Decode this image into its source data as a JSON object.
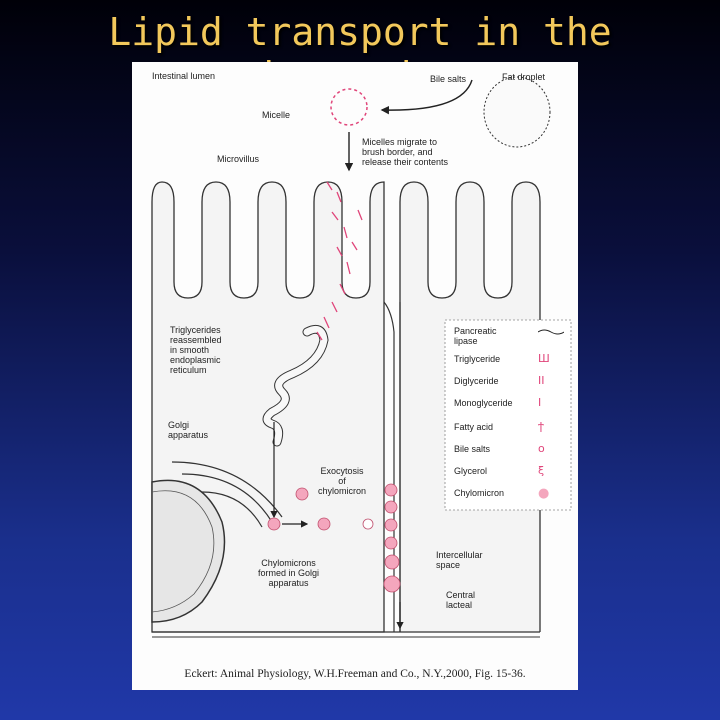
{
  "slide": {
    "title": "Lipid transport in the intestine"
  },
  "labels": {
    "lumen": "Intestinal lumen",
    "bile_salts": "Bile salts",
    "fat_droplet": "Fat droplet",
    "micelle": "Micelle",
    "micelles_migrate": "Micelles migrate to\nbrush border, and\nrelease their contents",
    "microvillus": "Microvillus",
    "triglycerides": "Triglycerides\nreassembled\nin smooth\nendoplasmic\nreticulum",
    "golgi": "Golgi\napparatus",
    "exocytosis": "Exocytosis\nof\nchylomicron",
    "chylomicrons_formed": "Chylomicrons\nformed in Golgi\napparatus",
    "intercellular": "Intercellular\nspace",
    "lacteal": "Central\nlacteal"
  },
  "legend": [
    {
      "name": "Pancreatic\nlipase",
      "symbol": ""
    },
    {
      "name": "Triglyceride",
      "symbol": "Ш"
    },
    {
      "name": "Diglyceride",
      "symbol": "ΙΙ"
    },
    {
      "name": "Monoglyceride",
      "symbol": "Ι"
    },
    {
      "name": "Fatty acid",
      "symbol": "ϯ"
    },
    {
      "name": "Bile salts",
      "symbol": "ο"
    },
    {
      "name": "Glycerol",
      "symbol": "ξ"
    },
    {
      "name": "Chylomicron",
      "symbol": "●"
    }
  ],
  "citation": "Eckert: Animal Physiology, W.H.Freeman and Co., N.Y.,2000, Fig. 15-36.",
  "colors": {
    "title": "#f2c85b",
    "lipid": "#e0457a",
    "chylomicron": "#f4a6bd"
  }
}
